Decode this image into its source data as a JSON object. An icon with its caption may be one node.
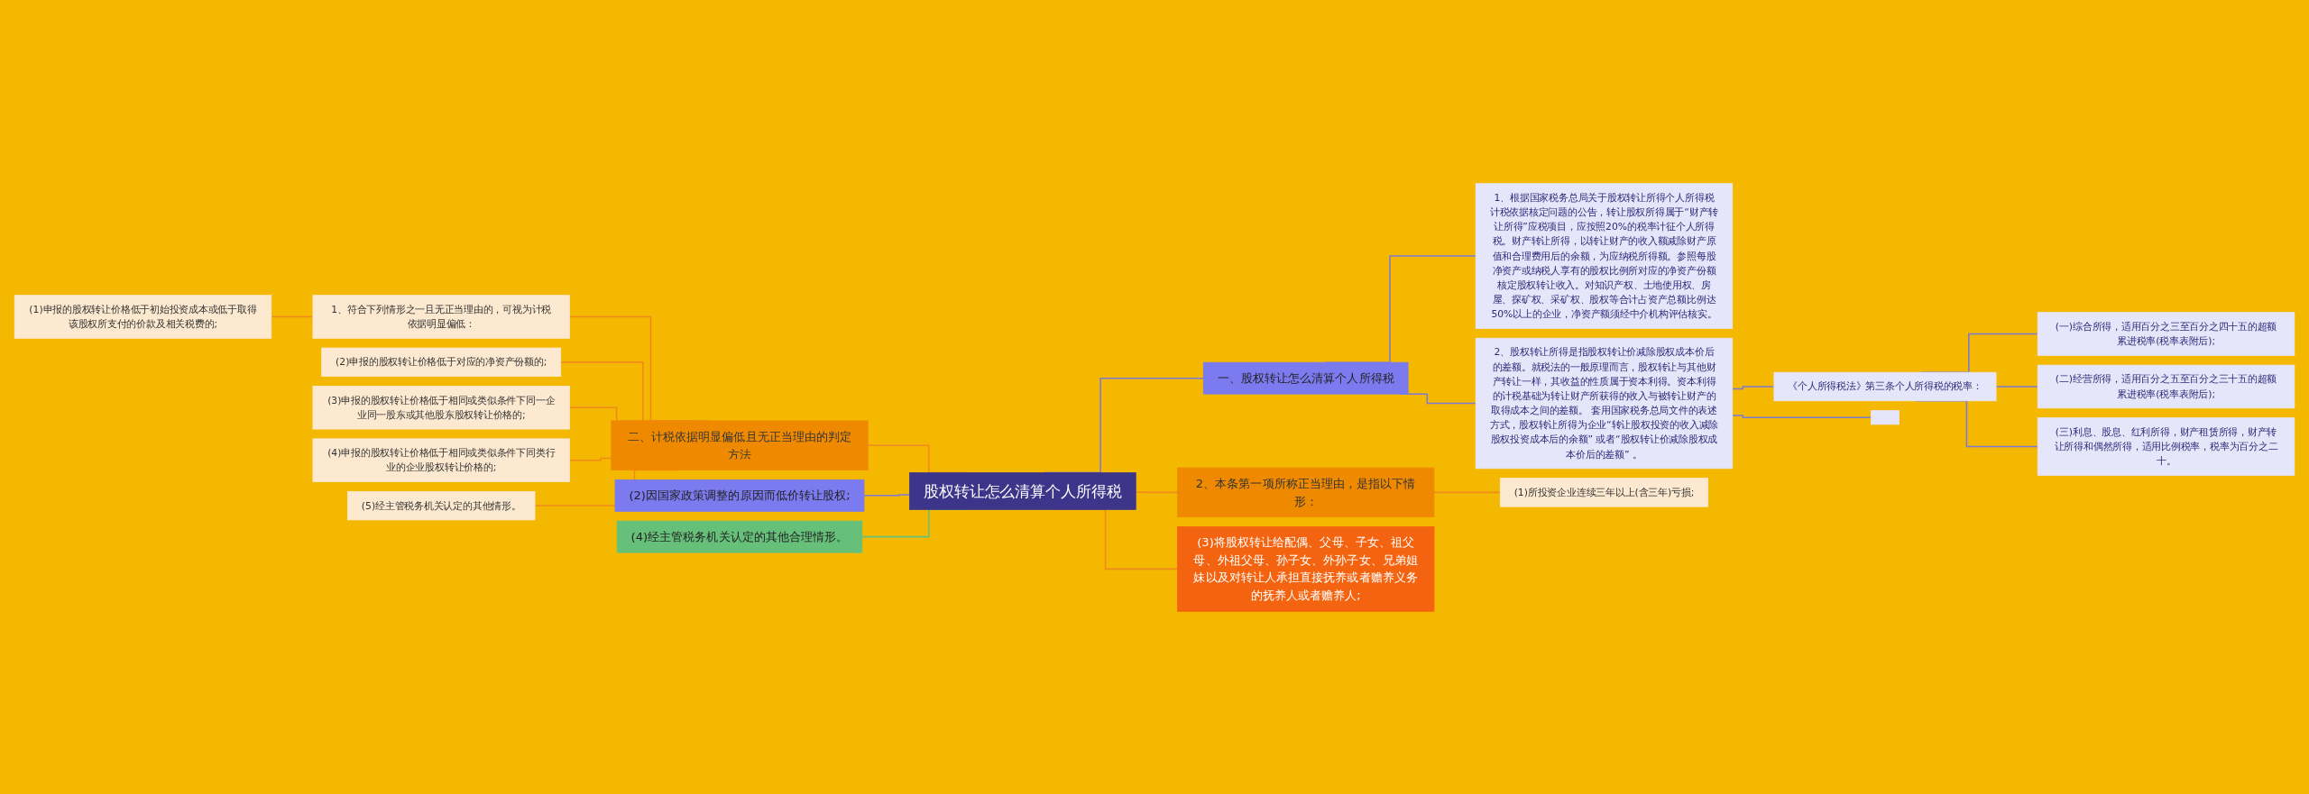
{
  "diagram": {
    "nodes": [
      {
        "text": [
          "股权转让怎么清算个人所得税"
        ]
      },
      {
        "text": [
          "一、股权转让怎么清算个人所得税"
        ]
      },
      {
        "text": [
          "1、根据国家税务总局关于股权转让所得个人所得税计税依据核定问题的公告，转让股权所得属于“财产转让所得”应税项目，应按照20%的税率计征个人所得税。财产转让所得，以转让财产的收入额减除财产原值和合理费用后的余额，为应纳税所得额。参照每股净资产或纳税人享有的股权比例所对应的净资产份额核定股权转让收入。对知识产权、土地使用权、房屋、探矿权、采矿权、股权等合计占资产总额比例达50%以上的企业，净资产额须经中介机构评估核实。"
        ]
      },
      {
        "text": [
          "2、股权转让所得是指股权转让价减除股权成本价后的差额。就税法的一般原理而言，股权转让与其他财产转让一样，其收益的性质属于资本利得。资本利得的计税基础为转让财产所获得的收入与被转让财产的取得成本之间的差额。 套用国家税务总局文件的表述方式，股权转让所得为企业“转让股权投资的收入减除股权投资成本后的余额” 或者“股权转让价减除股权成本价后的差额” 。"
        ]
      },
      {
        "text": [
          "《个人所得税法》第三条个人所得税的税率："
        ]
      },
      {
        "text": [
          "(一)综合所得，适用百分之三至百分之四十五的超额累进税率(税率表附后);"
        ]
      },
      {
        "text": [
          "(二)经营所得，适用百分之五至百分之三十五的超额累进税率(税率表附后);"
        ]
      },
      {
        "text": [
          "(三)利息、股息、红利所得，财产租赁所得，财产转让所得和偶然所得，适用比例税率，税率为百分之二十。"
        ]
      },
      {
        "text": [],
        "shape": "box"
      },
      {
        "text": [
          "2、本条第一项所称正当理由，是指以下情形："
        ]
      },
      {
        "text": [
          "(1)所投资企业连续三年以上(含三年)亏损;"
        ]
      },
      {
        "text": [
          "(3)将股权转让给配偶、父母、子女、祖父母、外祖父母、孙子女、外孙子女、兄弟姐妹以及对转让人承担直接抚养或者赡养义务的抚养人或者赡养人;"
        ]
      },
      {
        "text": [
          "二、计税依据明显偏低且无正当理由的判定方法"
        ]
      },
      {
        "text": [
          "1、符合下列情形之一且无正当理由的，可视为计税依据明显偏低："
        ]
      },
      {
        "text": [
          "(1)申报的股权转让价格低于初始投资成本或低于取得该股权所支付的价款及相关税费的;"
        ]
      },
      {
        "text": [
          "(2)申报的股权转让价格低于对应的净资产份额的;"
        ]
      },
      {
        "text": [
          "(3)申报的股权转让价格低于相同或类似条件下同一企业同一股东或其他股东股权转让价格的;"
        ]
      },
      {
        "text": [
          "(4)申报的股权转让价格低于相同或类似条件下同类行业的企业股权转让价格的;"
        ]
      },
      {
        "text": [
          "(5)经主管税务机关认定的其他情形。"
        ]
      },
      {
        "text": [
          "(2)因国家政策调整的原因而低价转让股权;"
        ]
      },
      {
        "text": [
          "(4)经主管税务机关认定的其他合理情形。"
        ]
      }
    ],
    "edges": [
      {
        "from": 0,
        "to": 1,
        "arrow": "none",
        "color": "#7b7bd6"
      },
      {
        "from": 1,
        "to": 2,
        "arrow": "none",
        "color": "#7b7bd6"
      },
      {
        "from": 1,
        "to": 3,
        "arrow": "none",
        "color": "#7b7bd6"
      },
      {
        "from": 3,
        "to": 4,
        "arrow": "none",
        "color": "#7b7bd6"
      },
      {
        "from": 4,
        "to": 5,
        "arrow": "none",
        "color": "#7b7bd6"
      },
      {
        "from": 4,
        "to": 6,
        "arrow": "none",
        "color": "#7b7bd6"
      },
      {
        "from": 4,
        "to": 7,
        "arrow": "none",
        "color": "#7b7bd6"
      },
      {
        "from": 3,
        "to": 8,
        "arrow": "none",
        "color": "#7b7bd6"
      },
      {
        "from": 0,
        "to": 9,
        "arrow": "none"
      },
      {
        "from": 9,
        "to": 10,
        "arrow": "none"
      },
      {
        "from": 0,
        "to": 11,
        "arrow": "none"
      },
      {
        "from": 0,
        "to": 12,
        "arrow": "none"
      },
      {
        "from": 12,
        "to": 13,
        "arrow": "none"
      },
      {
        "from": 13,
        "to": 14,
        "arrow": "none"
      },
      {
        "from": 12,
        "to": 15,
        "arrow": "none"
      },
      {
        "from": 12,
        "to": 16,
        "arrow": "none"
      },
      {
        "from": 12,
        "to": 17,
        "arrow": "none"
      },
      {
        "from": 12,
        "to": 18,
        "arrow": "none"
      },
      {
        "from": 0,
        "to": 19,
        "arrow": "none",
        "color": "#7b7bd6"
      },
      {
        "from": 0,
        "to": 20,
        "arrow": "none",
        "color": "#66c07a"
      }
    ]
  }
}
